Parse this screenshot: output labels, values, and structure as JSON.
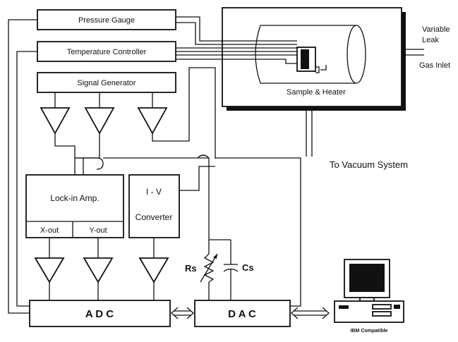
{
  "boxes": {
    "pressure_gauge": "Pressure Gauge",
    "temperature_controller": "Temperature Controller",
    "signal_generator": "Signal Generator",
    "lockin": "Lock-in Amp.",
    "x_out": "X-out",
    "y_out": "Y-out",
    "iv_line1": "I - V",
    "iv_line2": "Converter",
    "adc": "A D C",
    "dac": "D A C"
  },
  "chamber": {
    "sample_heater": "Sample & Heater",
    "variable_leak_line1": "Variable",
    "variable_leak_line2": "Leak",
    "gas_inlet": "Gas Inlet",
    "vacuum": "To Vacuum System"
  },
  "components": {
    "rs": "Rs",
    "cs": "Cs"
  },
  "computer": {
    "label": "IBM Compatible",
    "icon": "computer-icon"
  }
}
